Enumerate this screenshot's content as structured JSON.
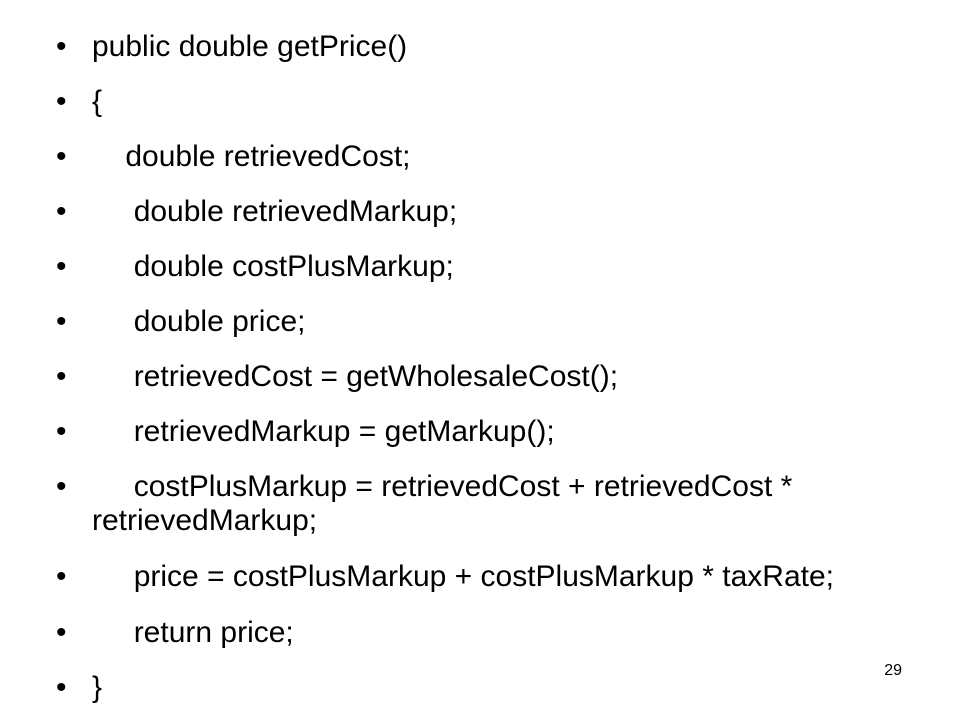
{
  "slide": {
    "lines": [
      "public double getPrice()",
      "{",
      "    double retrievedCost;",
      "     double retrievedMarkup;",
      "     double costPlusMarkup;",
      "     double price;",
      "     retrievedCost = getWholesaleCost();",
      "     retrievedMarkup = getMarkup();",
      "     costPlusMarkup = retrievedCost + retrievedCost * retrievedMarkup;",
      "     price = costPlusMarkup + costPlusMarkup * taxRate;",
      "     return price;",
      "}"
    ],
    "bullet_glyph": "•",
    "page_number": "29"
  }
}
